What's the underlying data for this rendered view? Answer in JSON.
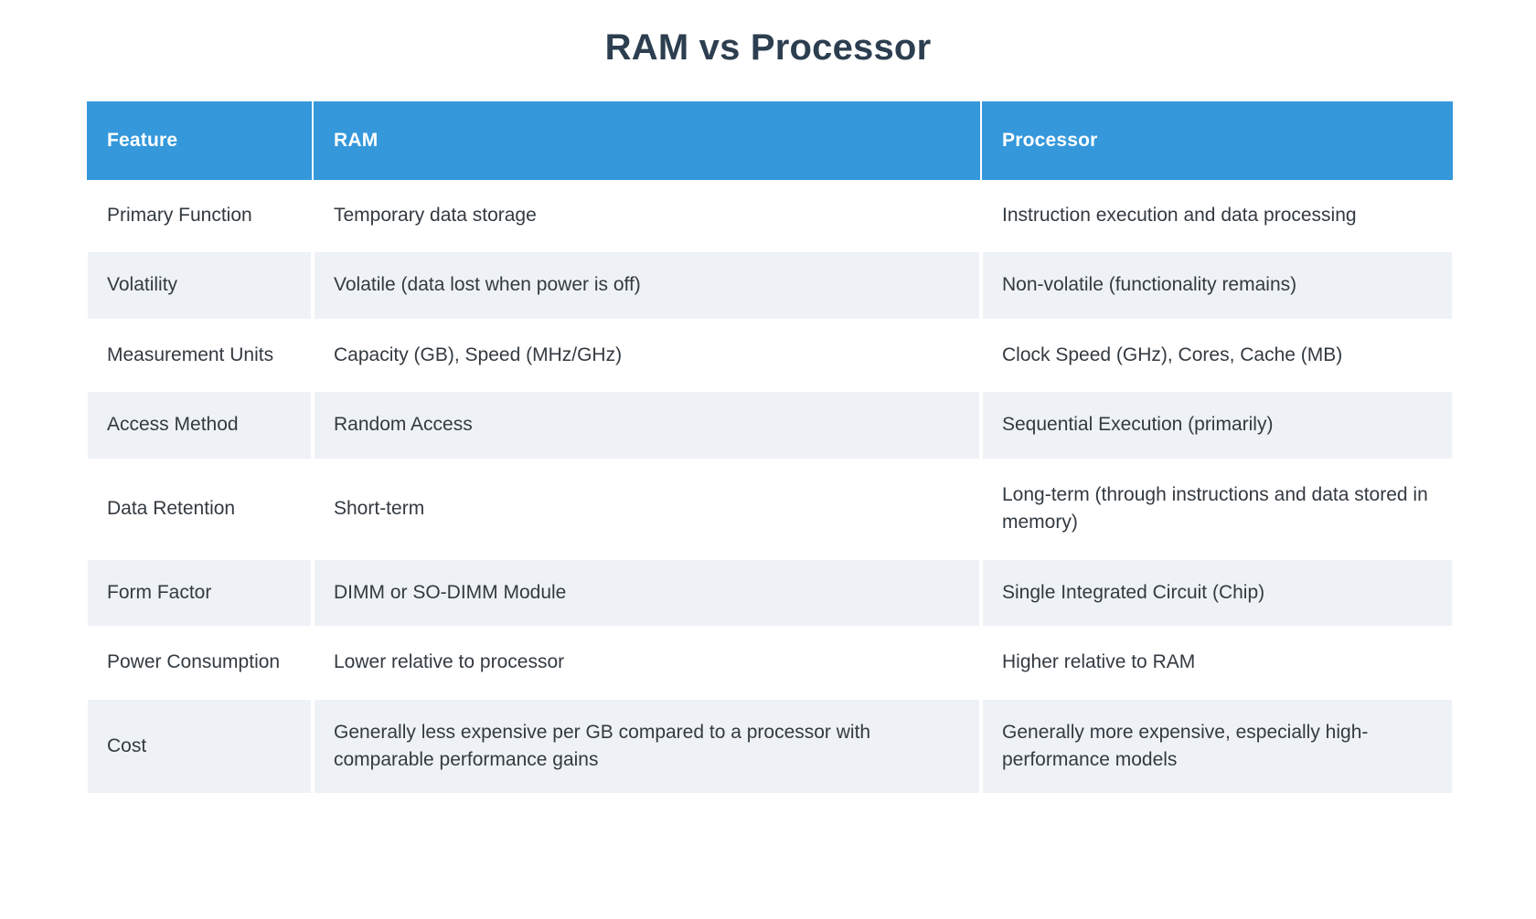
{
  "page": {
    "title": "RAM vs Processor",
    "background_color": "#ffffff",
    "title_color": "#2c3e50"
  },
  "table": {
    "header_background": "#3498db",
    "header_text_color": "#ffffff",
    "stripe_color": "#eef2f7",
    "columns": [
      {
        "key": "feature",
        "label": "Feature"
      },
      {
        "key": "ram",
        "label": "RAM"
      },
      {
        "key": "processor",
        "label": "Processor"
      }
    ],
    "rows": [
      {
        "feature": "Primary Function",
        "ram": "Temporary data storage",
        "processor": "Instruction execution and data processing"
      },
      {
        "feature": "Volatility",
        "ram": "Volatile (data lost when power is off)",
        "processor": "Non-volatile (functionality remains)"
      },
      {
        "feature": "Measurement Units",
        "ram": "Capacity (GB), Speed (MHz/GHz)",
        "processor": "Clock Speed (GHz), Cores, Cache (MB)"
      },
      {
        "feature": "Access Method",
        "ram": "Random Access",
        "processor": "Sequential Execution (primarily)"
      },
      {
        "feature": "Data Retention",
        "ram": "Short-term",
        "processor": "Long-term (through instructions and data stored in memory)"
      },
      {
        "feature": "Form Factor",
        "ram": "DIMM or SO-DIMM Module",
        "processor": "Single Integrated Circuit (Chip)"
      },
      {
        "feature": "Power Consumption",
        "ram": "Lower relative to processor",
        "processor": "Higher relative to RAM"
      },
      {
        "feature": "Cost",
        "ram": "Generally less expensive per GB compared to a processor with comparable performance gains",
        "processor": "Generally more expensive, especially high-performance models"
      }
    ]
  }
}
